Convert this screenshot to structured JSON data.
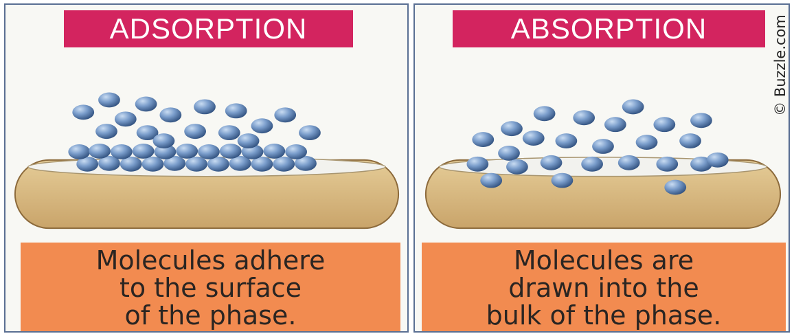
{
  "left_panel": {
    "title": "ADSORPTION",
    "caption_lines": [
      "Molecules adhere",
      "to the surface",
      "of the phase."
    ]
  },
  "right_panel": {
    "title": "ABSORPTION",
    "caption_lines": [
      "Molecules are",
      "drawn into the",
      "bulk of the phase."
    ]
  },
  "watermark": "© Buzzle.com",
  "colors": {
    "title_badge": "#d3245f",
    "caption_box": "#f28b50",
    "substrate": "#dcbf8a",
    "molecule": "#6f93c2",
    "panel_border": "#5a6f93"
  }
}
